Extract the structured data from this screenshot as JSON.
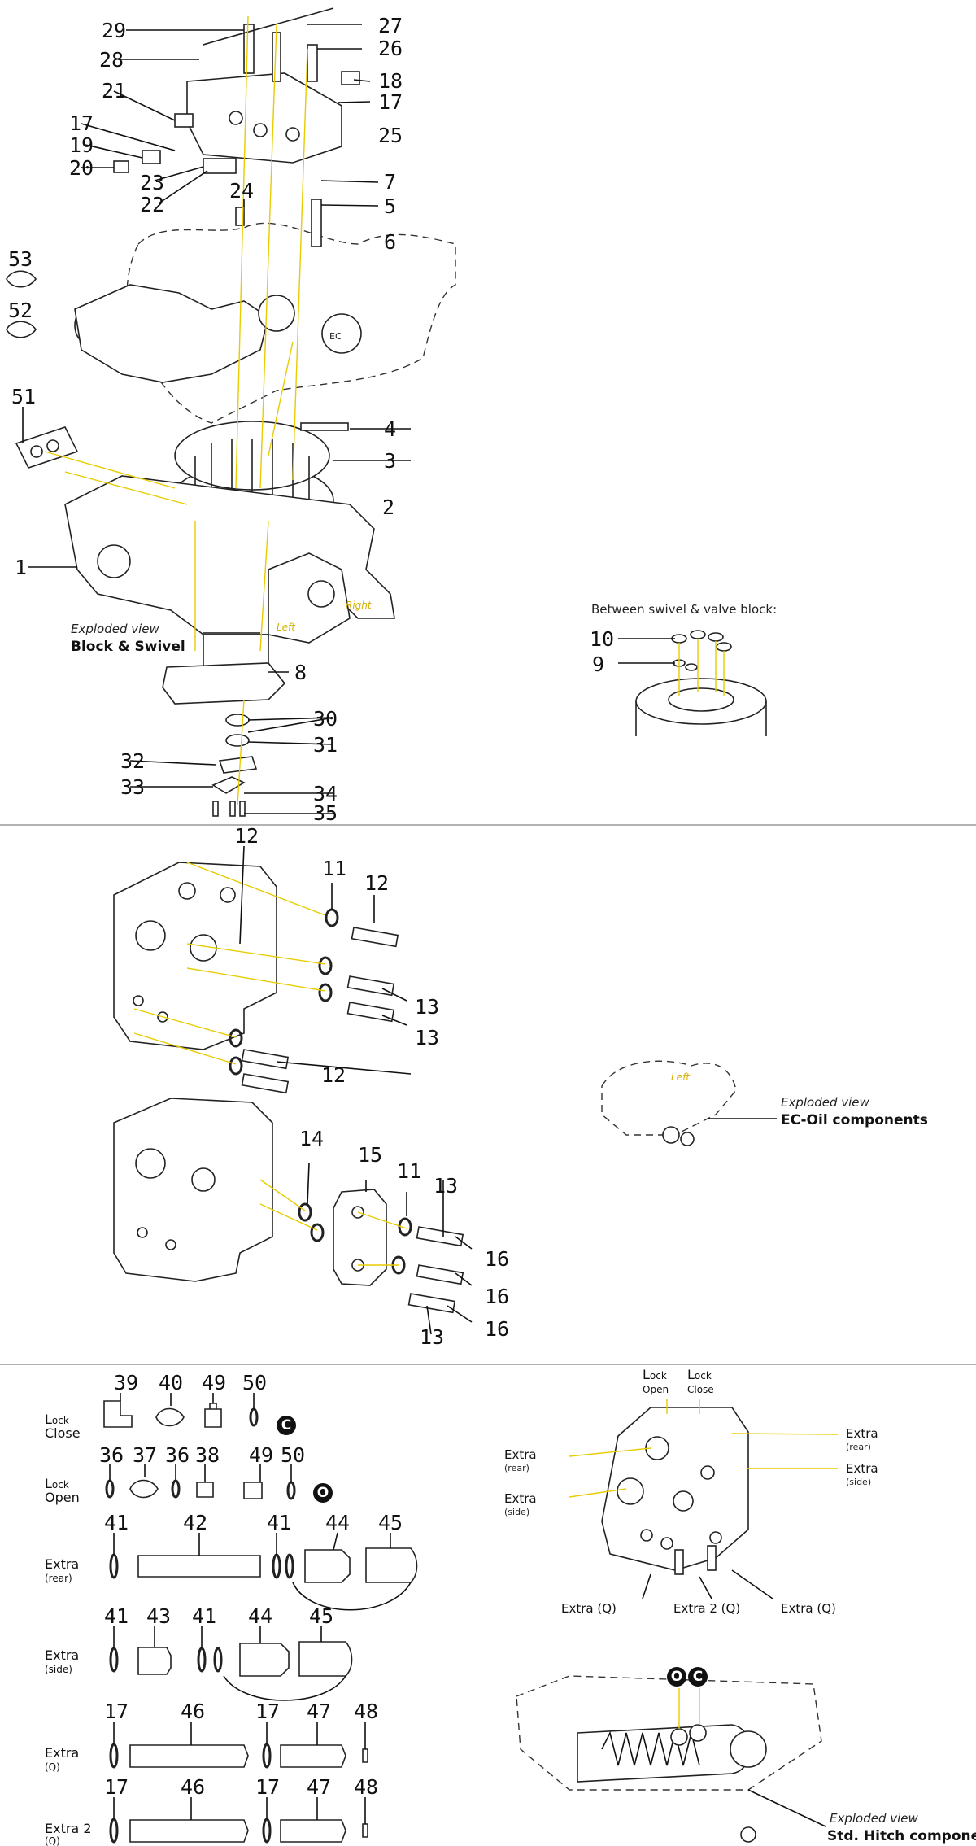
{
  "section1": {
    "callouts": [
      "29",
      "27",
      "28",
      "26",
      "21",
      "18",
      "17",
      "17",
      "25",
      "19",
      "20",
      "23",
      "22",
      "7",
      "24",
      "5",
      "6",
      "53",
      "52",
      "51",
      "4",
      "3",
      "2",
      "1",
      "8",
      "30",
      "31",
      "32",
      "33",
      "34",
      "35"
    ],
    "caption_italic": "Exploded view",
    "caption_bold": "Block & Swivel",
    "inline_left": "Left",
    "inline_right": "Right",
    "swivel_title": "Between swivel & valve block:",
    "swivel_callouts": [
      "10",
      "9"
    ]
  },
  "section2": {
    "callouts": [
      "12",
      "11",
      "12",
      "13",
      "13",
      "12",
      "14",
      "15",
      "11",
      "13",
      "16",
      "16",
      "16",
      "13"
    ],
    "caption_italic": "Exploded view",
    "caption_bold": "EC-Oil components",
    "inline_left": "Left"
  },
  "section3": {
    "rows": [
      {
        "label_a": "L",
        "label_b": "ock",
        "label_c": "Close"
      },
      {
        "label_a": "L",
        "label_b": "ock",
        "label_c": "Open"
      },
      {
        "label_a": "Extra",
        "label_c": "(rear)"
      },
      {
        "label_a": "Extra",
        "label_c": "(side)"
      },
      {
        "label_a": "Extra",
        "label_c": "(Q)"
      },
      {
        "label_a": "Extra 2",
        "label_c": "(Q)"
      }
    ],
    "row_callouts": [
      [
        "39",
        "40",
        "49",
        "50"
      ],
      [
        "36",
        "37",
        "36",
        "38",
        "49",
        "50"
      ],
      [
        "41",
        "42",
        "41",
        "44",
        "45"
      ],
      [
        "41",
        "43",
        "41",
        "44",
        "45"
      ],
      [
        "17",
        "46",
        "17",
        "47",
        "48"
      ],
      [
        "17",
        "46",
        "17",
        "47",
        "48"
      ]
    ],
    "badge_close": "C",
    "badge_open": "O",
    "block": {
      "lock_open_a": "L",
      "lock_open_b": "ock",
      "lock_open_c": "Open",
      "lock_close_a": "L",
      "lock_close_b": "ock",
      "lock_close_c": "Close",
      "extra_rear_left": "Extra",
      "extra_rear_left_s": "(rear)",
      "extra_side_left": "Extra",
      "extra_side_left_s": "(side)",
      "extra_rear_right": "Extra",
      "extra_rear_right_s": "(rear)",
      "extra_side_right": "Extra",
      "extra_side_right_s": "(side)",
      "extra_q_1": "Extra (Q)",
      "extra_2_q": "Extra 2 (Q)",
      "extra_q_2": "Extra (Q)"
    },
    "hitch_badge_o": "O",
    "hitch_badge_c": "C",
    "caption_italic": "Exploded view",
    "caption_bold": "Std. Hitch components"
  }
}
